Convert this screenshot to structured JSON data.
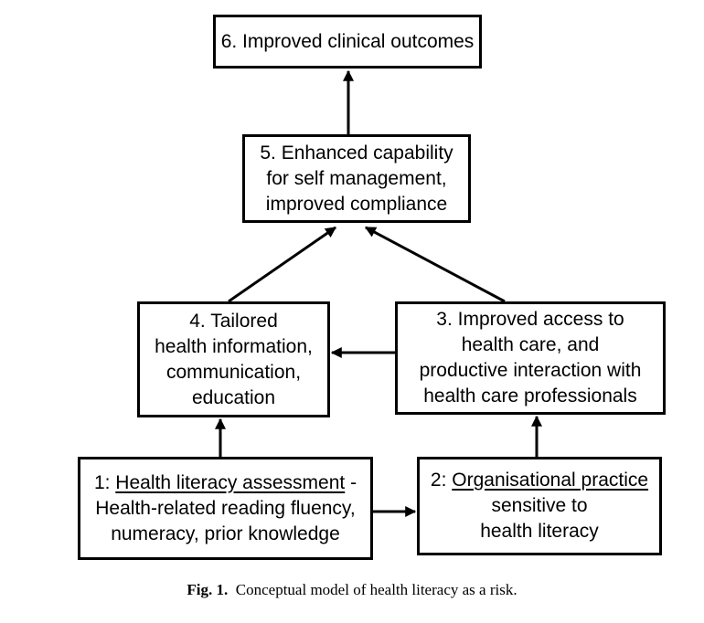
{
  "boxes": {
    "b6": {
      "line1": "6. Improved clinical outcomes"
    },
    "b5": {
      "line1": "5. Enhanced capability",
      "line2": "for self management,",
      "line3": "improved compliance"
    },
    "b4": {
      "line1": "4. Tailored",
      "line2": "health information,",
      "line3": "communication,",
      "line4": "education"
    },
    "b3": {
      "line1": "3. Improved access to",
      "line2": "health care, and",
      "line3": "productive interaction with",
      "line4": "health care professionals"
    },
    "b1": {
      "prefix": "1: ",
      "title": "Health literacy assessment",
      "suffix": " -",
      "line2": "Health-related reading fluency,",
      "line3": "numeracy, prior knowledge"
    },
    "b2": {
      "prefix": "2: ",
      "title": "Organisational practice",
      "line2": "sensitive to",
      "line3": "health literacy"
    }
  },
  "caption": {
    "label": "Fig. 1.",
    "text": "Conceptual model of health literacy as a risk."
  },
  "colors": {
    "stroke": "#000000",
    "background": "#ffffff"
  }
}
